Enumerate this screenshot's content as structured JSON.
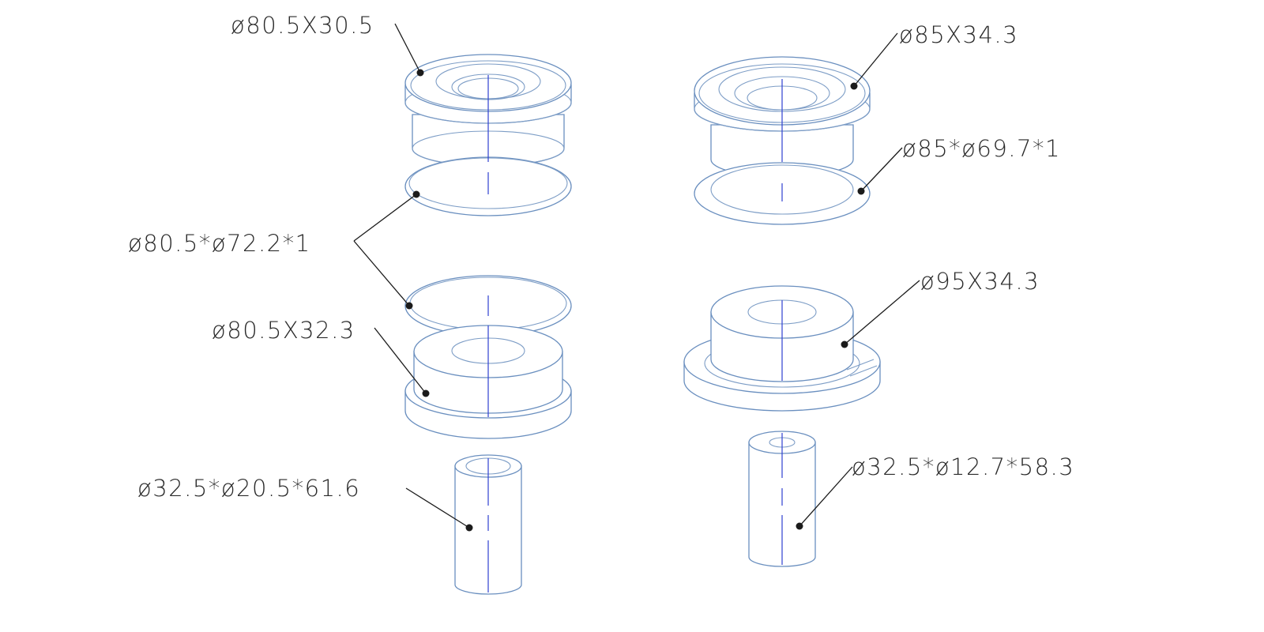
{
  "labels": {
    "left_top_body": "ø80.5X30.5",
    "left_ring": "ø80.5*ø72.2*1",
    "left_lower_body": "ø80.5X32.3",
    "left_sleeve": "ø32.5*ø20.5*61.6",
    "right_top_body": "ø85X34.3",
    "right_ring": "ø85*ø69.7*1",
    "right_lower_body": "ø95X34.3",
    "right_sleeve": "ø32.5*ø12.7*58.3"
  },
  "colors": {
    "part_outline": "#6a8fbf",
    "center_axis": "#2f3fd0",
    "leader": "#1b1b1b"
  }
}
